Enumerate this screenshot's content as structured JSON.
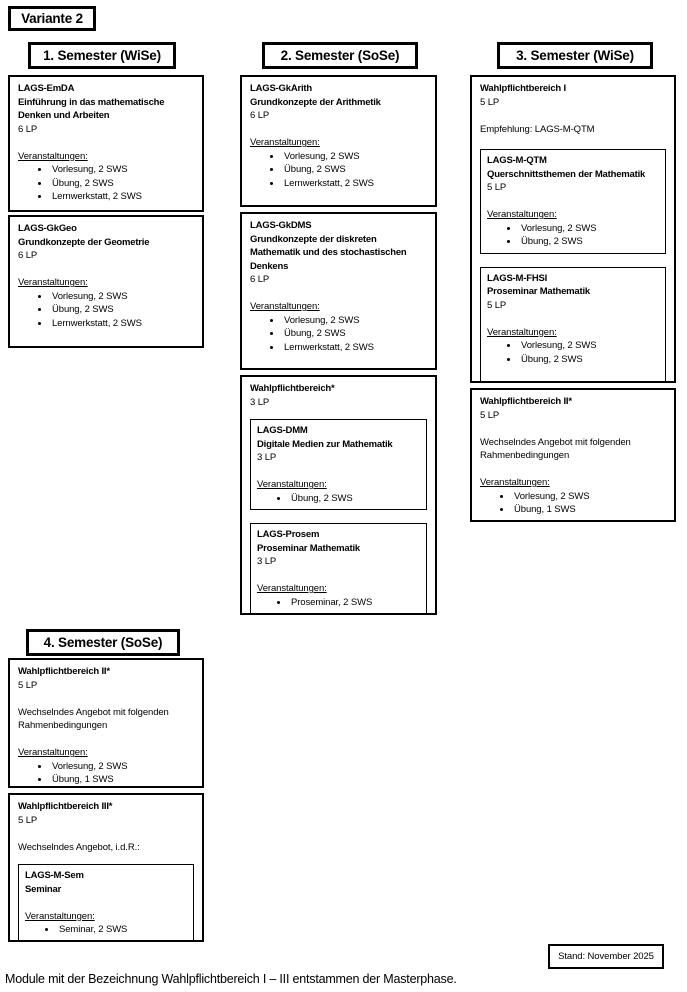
{
  "page": {
    "variant_label": "Variante 2",
    "stand_label": "Stand: November 2025",
    "footnote": "Module mit der Bezeichnung Wahlpflichtbereich I – III entstammen der Masterphase."
  },
  "labels": {
    "events_label": "Veranstaltungen:"
  },
  "colors": {
    "border": "#000000",
    "background": "#ffffff",
    "text": "#000000"
  },
  "semesters": [
    {
      "header": "1. Semester (WiSe)",
      "modules": [
        {
          "code": "LAGS-EmDA",
          "title": "Einführung in das mathematische Denken und Arbeiten",
          "lp": "6 LP",
          "events": [
            "Vorlesung, 2 SWS",
            "Übung, 2 SWS",
            "Lernwerkstatt, 2 SWS"
          ]
        },
        {
          "code": "LAGS-GkGeo",
          "title": "Grundkonzepte der Geometrie",
          "lp": "6 LP",
          "events": [
            "Vorlesung, 2 SWS",
            "Übung, 2 SWS",
            "Lernwerkstatt, 2 SWS"
          ]
        }
      ]
    },
    {
      "header": "2. Semester (SoSe)",
      "modules": [
        {
          "code": "LAGS-GkArith",
          "title": "Grundkonzepte der Arithmetik",
          "lp": "6 LP",
          "events": [
            "Vorlesung, 2 SWS",
            "Übung, 2 SWS",
            "Lernwerkstatt, 2 SWS"
          ]
        },
        {
          "code": "LAGS-GkDMS",
          "title": "Grundkonzepte der diskreten Mathematik und des stochastischen Denkens",
          "lp": "6 LP",
          "events": [
            "Vorlesung, 2 SWS",
            "Übung, 2 SWS",
            "Lernwerkstatt, 2 SWS"
          ]
        },
        {
          "title": "Wahlpflichtbereich*",
          "lp": "3 LP",
          "children": [
            {
              "code": "LAGS-DMM",
              "title": "Digitale Medien zur Mathematik",
              "lp": "3 LP",
              "events": [
                "Übung, 2 SWS"
              ]
            },
            {
              "code": "LAGS-Prosem",
              "title": "Proseminar Mathematik",
              "lp": "3 LP",
              "events": [
                "Proseminar, 2 SWS"
              ]
            }
          ]
        }
      ]
    },
    {
      "header": "3. Semester (WiSe)",
      "modules": [
        {
          "title": "Wahlpflichtbereich I",
          "lp": "5 LP",
          "note": "Empfehlung: LAGS-M-QTM",
          "children": [
            {
              "code": "LAGS-M-QTM",
              "title": "Querschnittsthemen der Mathematik",
              "lp": "5 LP",
              "events": [
                "Vorlesung, 2 SWS",
                "Übung, 2 SWS"
              ]
            },
            {
              "code": "LAGS-M-FHSI",
              "title": "Proseminar Mathematik",
              "lp": "5 LP",
              "events": [
                "Vorlesung, 2 SWS",
                "Übung, 2 SWS"
              ]
            }
          ]
        },
        {
          "title": "Wahlpflichtbereich II*",
          "lp": "5 LP",
          "note": "Wechselndes Angebot mit folgenden Rahmenbedingungen",
          "events": [
            "Vorlesung, 2 SWS",
            "Übung, 1 SWS"
          ]
        }
      ]
    },
    {
      "header": "4. Semester (SoSe)",
      "modules": [
        {
          "title": "Wahlpflichtbereich II*",
          "lp": "5 LP",
          "note": "Wechselndes Angebot mit folgenden Rahmenbedingungen",
          "events": [
            "Vorlesung, 2 SWS",
            "Übung, 1 SWS"
          ]
        },
        {
          "title": "Wahlpflichtbereich III*",
          "lp": "5 LP",
          "note": "Wechselndes Angebot, i.d.R.:",
          "children": [
            {
              "code": "LAGS-M-Sem",
              "title": "Seminar",
              "events": [
                "Seminar, 2 SWS"
              ]
            }
          ]
        }
      ]
    }
  ]
}
